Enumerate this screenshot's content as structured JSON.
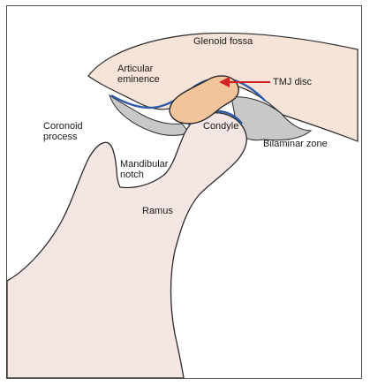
{
  "labels": {
    "glenoid_fossa": "Glenoid fossa",
    "articular_eminence_1": "Articular",
    "articular_eminence_2": "eminence",
    "tmj_disc": "TMJ disc",
    "coronoid_process_1": "Coronoid",
    "coronoid_process_2": "process",
    "condyle": "Condyle",
    "bilaminar_zone": "Bilaminar zone",
    "mandibular_notch_1": "Mandibular",
    "mandibular_notch_2": "notch",
    "ramus": "Ramus"
  },
  "colors": {
    "skull": "#f7e4d8",
    "bone": "#f5e6e4",
    "disc": "#f2c49b",
    "outline": "#2a2a2a",
    "synovial_blue": "#2f5aa8",
    "capsule_gray": "#c8c8c8",
    "arrow_red": "#d41f26"
  }
}
